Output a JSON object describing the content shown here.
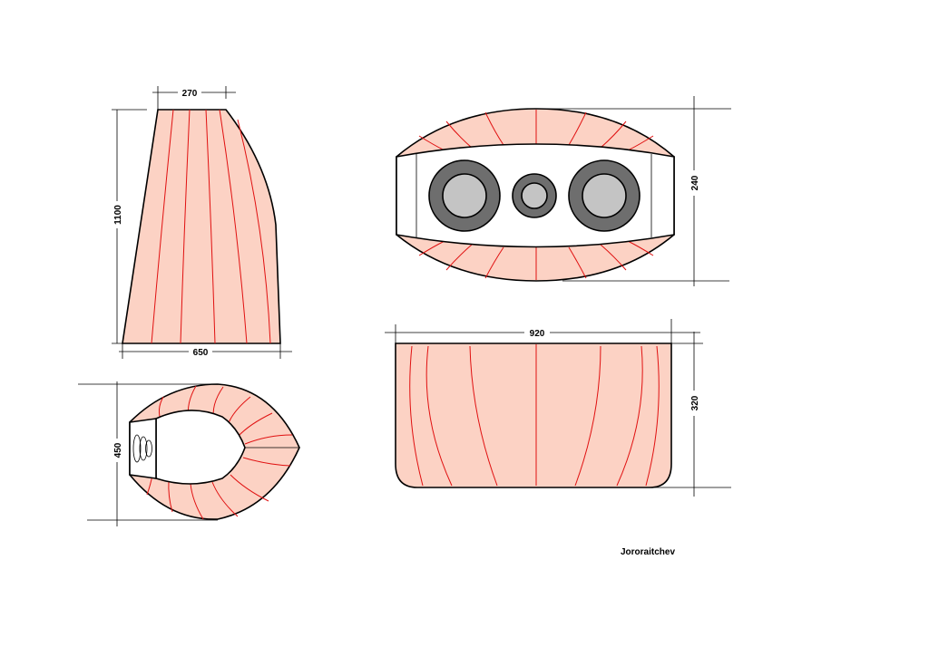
{
  "colors": {
    "body_fill": "#fcd2c4",
    "seam": "#e01010",
    "line": "#000000",
    "panel_fill": "#ffffff",
    "driver_ring": "#6e6e6e",
    "driver_cone": "#c4c4c4",
    "background": "#ffffff"
  },
  "dimensions": {
    "side_top_width": "270",
    "side_height": "1100",
    "side_bottom_width": "650",
    "top_depth": "450",
    "front_height": "240",
    "rear_width": "920",
    "rear_height": "320"
  },
  "author": "Jororaitchev"
}
